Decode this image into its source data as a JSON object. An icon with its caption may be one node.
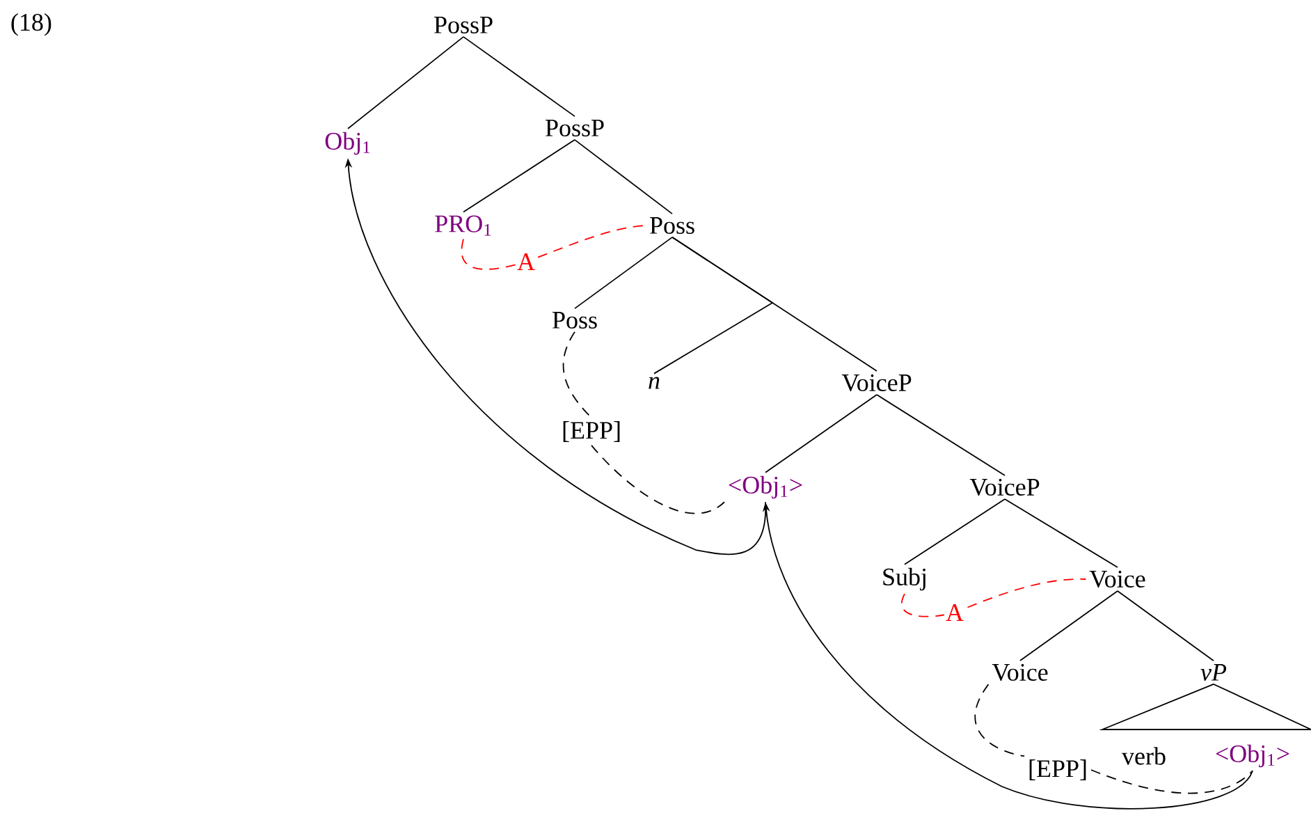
{
  "diagram": {
    "nodes": [
      {
        "text": [
          "PossP"
        ]
      },
      {
        "text": [
          "Obj$_{1}$"
        ]
      },
      {
        "text": [
          "PossP"
        ]
      },
      {
        "text": [
          "PRO$_{1}$"
        ]
      },
      {
        "text": [
          "Poss"
        ]
      },
      {
        "text": [
          "Poss"
        ]
      },
      {
        "text": [
          "n"
        ]
      },
      {
        "text": [
          "VoiceP"
        ]
      },
      {
        "text": [
          "[EPP]"
        ]
      },
      {
        "text": [
          "<Obj$_{1}$>"
        ]
      },
      {
        "text": [
          "VoiceP"
        ]
      },
      {
        "text": [
          "Subj"
        ]
      },
      {
        "text": [
          "Voice"
        ]
      },
      {
        "text": [
          "Voice"
        ]
      },
      {
        "text": [
          "vP"
        ]
      },
      {
        "text": [
          "verb"
        ]
      },
      {
        "text": [
          "<Obj$_{1}$>"
        ]
      },
      {
        "text": [
          "[EPP]"
        ]
      },
      {
        "text": [],
        "shape": "triangle"
      }
    ],
    "edges": [
      {
        "from": 0,
        "to": 1,
        "arrow": "none"
      },
      {
        "from": 0,
        "to": 2,
        "arrow": "none"
      },
      {
        "from": 2,
        "to": 3,
        "arrow": "none"
      },
      {
        "from": 2,
        "to": 4,
        "arrow": "none"
      },
      {
        "from": 4,
        "to": 5,
        "arrow": "none"
      },
      {
        "from": 4,
        "to": 6,
        "arrow": "none"
      },
      {
        "from": 4,
        "to": 7,
        "arrow": "none"
      },
      {
        "from": 7,
        "to": 9,
        "arrow": "none"
      },
      {
        "from": 7,
        "to": 10,
        "arrow": "none"
      },
      {
        "from": 10,
        "to": 11,
        "arrow": "none"
      },
      {
        "from": 10,
        "to": 12,
        "arrow": "none"
      },
      {
        "from": 12,
        "to": 13,
        "arrow": "none"
      },
      {
        "from": 12,
        "to": 14,
        "arrow": "none"
      },
      {
        "from": 9,
        "to": 1,
        "arrow": "to"
      },
      {
        "from": 16,
        "to": 9,
        "arrow": "to"
      },
      {
        "from": 5,
        "to": 8,
        "arrow": "none",
        "style": "dashed"
      },
      {
        "from": 8,
        "to": 9,
        "arrow": "none",
        "style": "dashed"
      },
      {
        "from": 13,
        "to": 17,
        "arrow": "none",
        "style": "dashed"
      },
      {
        "from": 17,
        "to": 16,
        "arrow": "none",
        "style": "dashed"
      },
      {
        "from": 3,
        "to": 4,
        "arrow": "none",
        "style": "dashed",
        "color": "#ff0000",
        "label": "A"
      },
      {
        "from": 11,
        "to": 12,
        "arrow": "none",
        "style": "dashed",
        "color": "#ff0000",
        "label": "A"
      }
    ],
    "labels": [
      "(18)"
    ]
  }
}
